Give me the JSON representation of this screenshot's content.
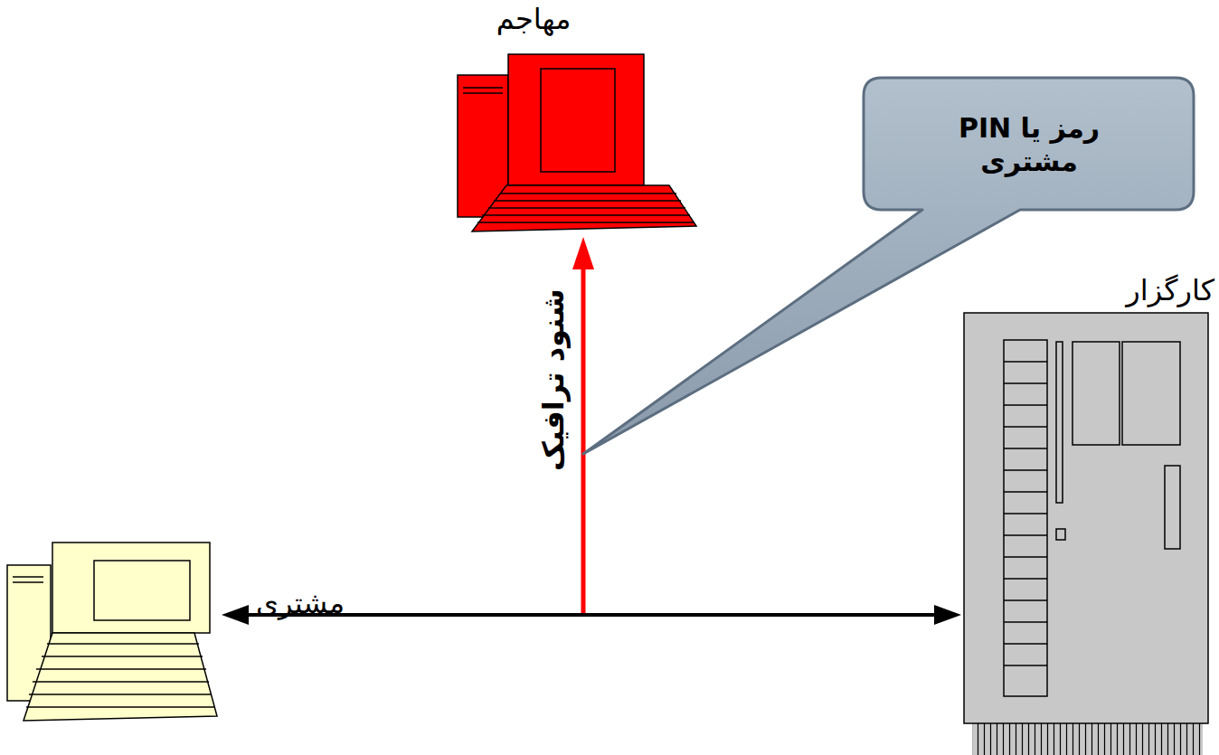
{
  "diagram": {
    "nodes": [
      {
        "text": [
          "مهاجم"
        ]
      },
      {
        "text": [
          "رمز یا PIN مشتری"
        ]
      },
      {
        "text": [
          "کارگزار"
        ]
      },
      {
        "text": [
          "مشتری"
        ]
      }
    ],
    "edges": [
      {
        "from": 3,
        "to": 2,
        "arrow": "both"
      }
    ],
    "labels": [
      "شنود ترافیک"
    ]
  }
}
